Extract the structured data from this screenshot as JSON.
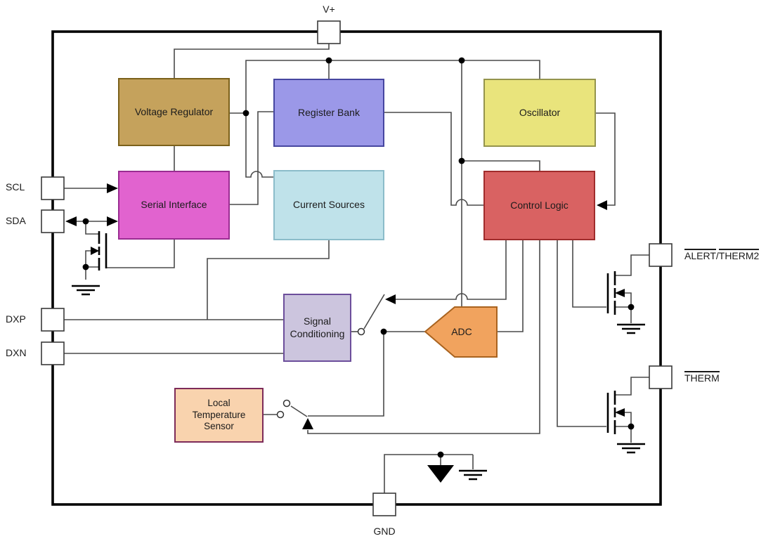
{
  "pins": {
    "vplus": "V+",
    "scl": "SCL",
    "sda": "SDA",
    "dxp": "DXP",
    "dxn": "DXN",
    "gnd": "GND",
    "alert_therm2": {
      "part1": "ALERT",
      "slash": "/",
      "part2": "THERM2"
    },
    "therm": "THERM"
  },
  "blocks": {
    "voltage_regulator": {
      "label": "Voltage Regulator",
      "fill": "#c5a25c",
      "border": "#7b611a"
    },
    "register_bank": {
      "label": "Register Bank",
      "fill": "#9b98e8",
      "border": "#4646a0"
    },
    "oscillator": {
      "label": "Oscillator",
      "fill": "#e9e47c",
      "border": "#94944c"
    },
    "serial_interface": {
      "label": "Serial Interface",
      "fill": "#e163cf",
      "border": "#9a2d92"
    },
    "current_sources": {
      "label": "Current Sources",
      "fill": "#bfe2ea",
      "border": "#8bbcca"
    },
    "control_logic": {
      "label": "Control Logic",
      "fill": "#d96262",
      "border": "#a02c2c"
    },
    "signal_conditioning": {
      "label_lines": [
        "Signal",
        "Conditioning"
      ],
      "fill": "#ccc5de",
      "border": "#6c4e9b"
    },
    "adc": {
      "label": "ADC",
      "fill": "#f1a35e",
      "border": "#a9631f"
    },
    "local_temp_sensor": {
      "label_lines": [
        "Local",
        "Temperature",
        "Sensor"
      ],
      "fill": "#f9d3ae",
      "border": "#7d2b59"
    }
  },
  "colors": {
    "wire": "#4a4a4a",
    "symbol": "#000000",
    "chip_border": "#000000"
  }
}
